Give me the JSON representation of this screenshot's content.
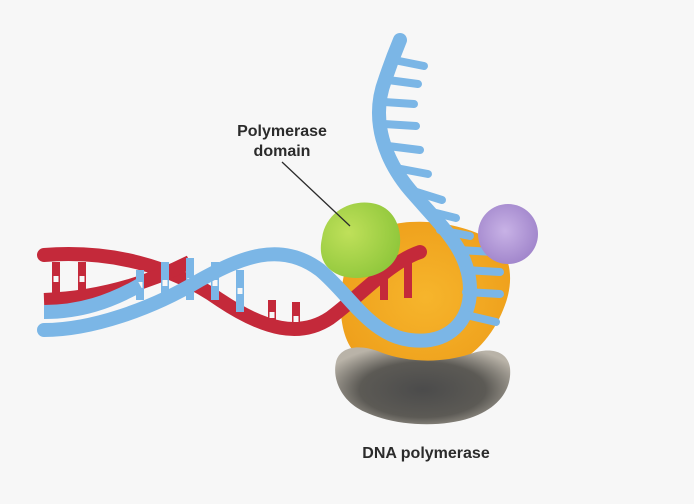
{
  "labels": {
    "polymerase_domain_line1": "Polymerase",
    "polymerase_domain_line2": "domain",
    "dna_polymerase": "DNA polymerase"
  },
  "colors": {
    "background": "#f7f7f7",
    "strand_blue": "#7bb6e6",
    "strand_red": "#c4293a",
    "enzyme_orange": "#f2a51e",
    "domain_green": "#a4d23c",
    "subunit_purple": "#b49ad6",
    "base_dark": "#555555",
    "label_text": "#2b2b2b"
  }
}
